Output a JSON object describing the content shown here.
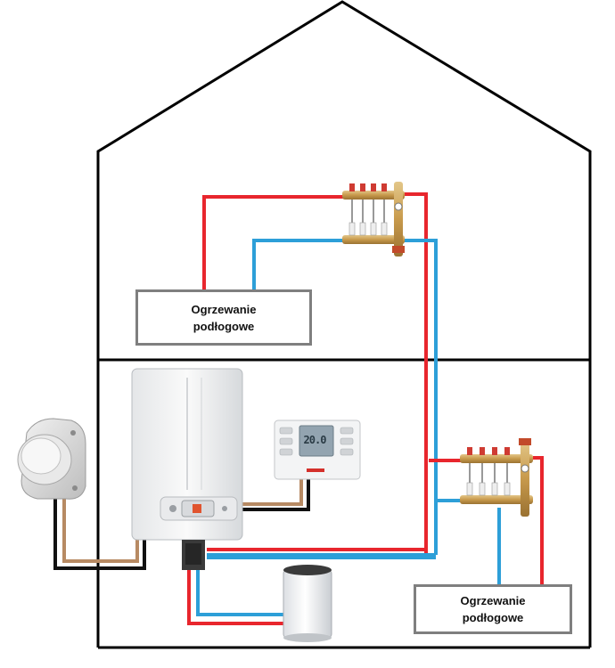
{
  "colors": {
    "outline": "#000000",
    "supply_pipe": "#e8262d",
    "return_pipe": "#2d9fd8",
    "flue_pipe": "#b78a63",
    "wire": "#111111",
    "label_border": "#7f7f7f"
  },
  "floors": {
    "upper": {
      "heating_box": {
        "line1": "Ogrzewanie",
        "line2": "podłogowe"
      }
    },
    "lower": {
      "heating_box": {
        "line1": "Ogrzewanie",
        "line2": "podłogowe"
      }
    }
  },
  "thermostat": {
    "display_value": "20.0"
  },
  "components": [
    "house-outline-icon",
    "manifold-icon",
    "boiler-icon",
    "thermostat-icon",
    "outdoor-sensor-icon",
    "hot-water-tank-icon"
  ]
}
